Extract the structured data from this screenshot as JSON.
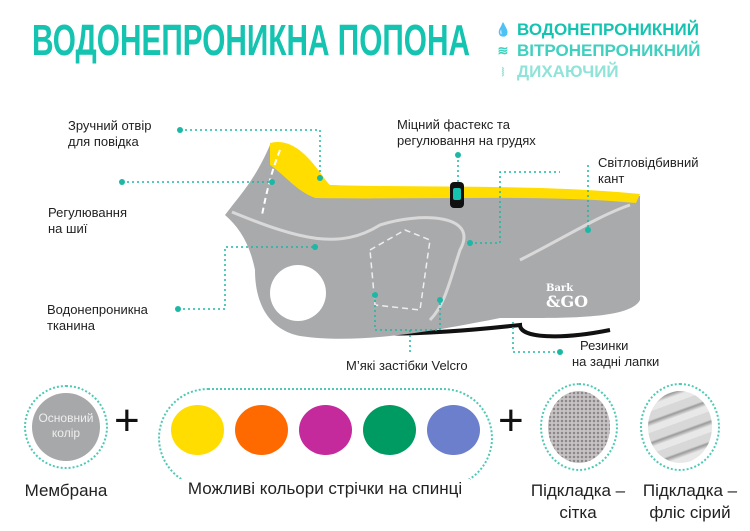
{
  "title": "ВОДОНЕПРОНИКНА ПОПОНА",
  "features": [
    {
      "icon": "water-drops-icon",
      "label": "ВОДОНЕПРОНИКНИЙ",
      "color": "#14c3b0"
    },
    {
      "icon": "wind-icon",
      "label": "ВІТРОНЕПРОНИКНИЙ",
      "color": "#3fd0bf"
    },
    {
      "icon": "breathable-icon",
      "label": "ДИХАЮЧИЙ",
      "color": "#8fe3d8"
    }
  ],
  "callouts": {
    "leash": [
      "Зручний отвір",
      "для повідка"
    ],
    "neck": [
      "Регулювання",
      "на шиї"
    ],
    "fabric": [
      "Водонепроникна",
      "тканина"
    ],
    "fastex": [
      "Міцний фастекс та",
      "регулювання на грудях"
    ],
    "reflective": [
      "Світловідбивний",
      "кант"
    ],
    "velcro": "М’які застібки Velcro",
    "elastic": [
      "Резинки",
      "на задні лапки"
    ]
  },
  "logo": "Bark &GO",
  "membrane": {
    "circle_text": [
      "Основний",
      "колір"
    ],
    "label": "Мембрана",
    "color": "#a7a8aa"
  },
  "stripe": {
    "label": "Можливі кольори стрічки на спинці",
    "colors": [
      "#ffdd00",
      "#ff6a00",
      "#c42a9c",
      "#009a63",
      "#6b7fcc"
    ]
  },
  "linings": [
    {
      "label": [
        "Підкладка –",
        "сітка"
      ]
    },
    {
      "label": [
        "Підкладка –",
        "фліс сірий"
      ]
    }
  ],
  "plus": "+"
}
